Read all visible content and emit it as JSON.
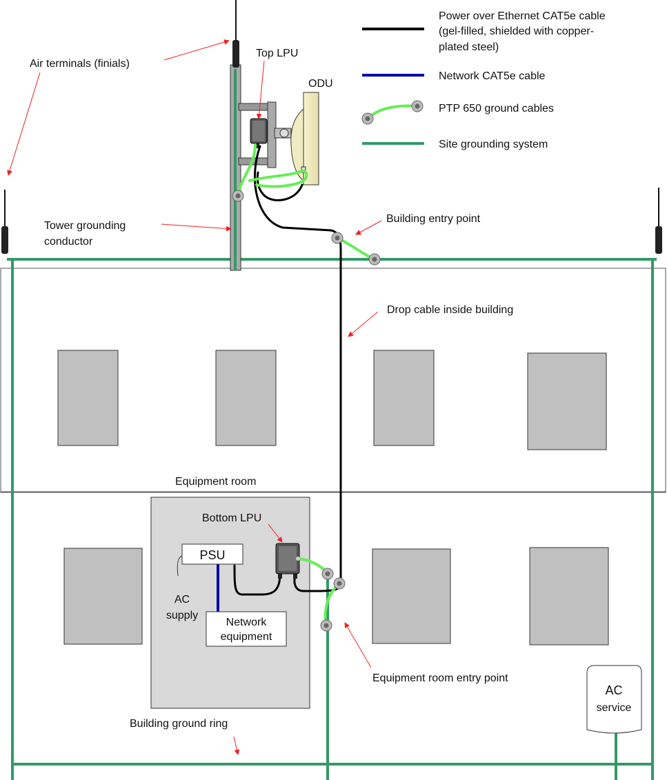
{
  "legend": {
    "poe_line1": "Power over Ethernet CAT5e cable",
    "poe_line2": "(gel-filled, shielded with copper-",
    "poe_line3": "plated steel)",
    "network": "Network CAT5e cable",
    "ground_cables": "PTP 650 ground cables",
    "site_grounding": "Site grounding system"
  },
  "labels": {
    "air_terminals": "Air terminals (finials)",
    "top_lpu": "Top LPU",
    "odu": "ODU",
    "tower_grounding_line1": "Tower grounding",
    "tower_grounding_line2": "conductor",
    "building_entry_point": "Building entry point",
    "drop_cable": "Drop cable inside building",
    "equipment_room": "Equipment room",
    "bottom_lpu": "Bottom LPU",
    "psu": "PSU",
    "ac_supply_line1": "AC",
    "ac_supply_line2": "supply",
    "network_equipment_line1": "Network",
    "network_equipment_line2": "equipment",
    "equipment_room_entry": "Equipment room entry point",
    "ac_service_line1": "AC",
    "ac_service_line2": "service",
    "building_ground_ring": "Building ground ring"
  },
  "colors": {
    "poe_cable": "#000000",
    "network_cable": "#0000aa",
    "ground_cable": "#66ee55",
    "site_grounding": "#339966",
    "arrow": "#ee2222",
    "window_fill": "#c0c0c0",
    "room_fill": "#d9d9d9"
  }
}
